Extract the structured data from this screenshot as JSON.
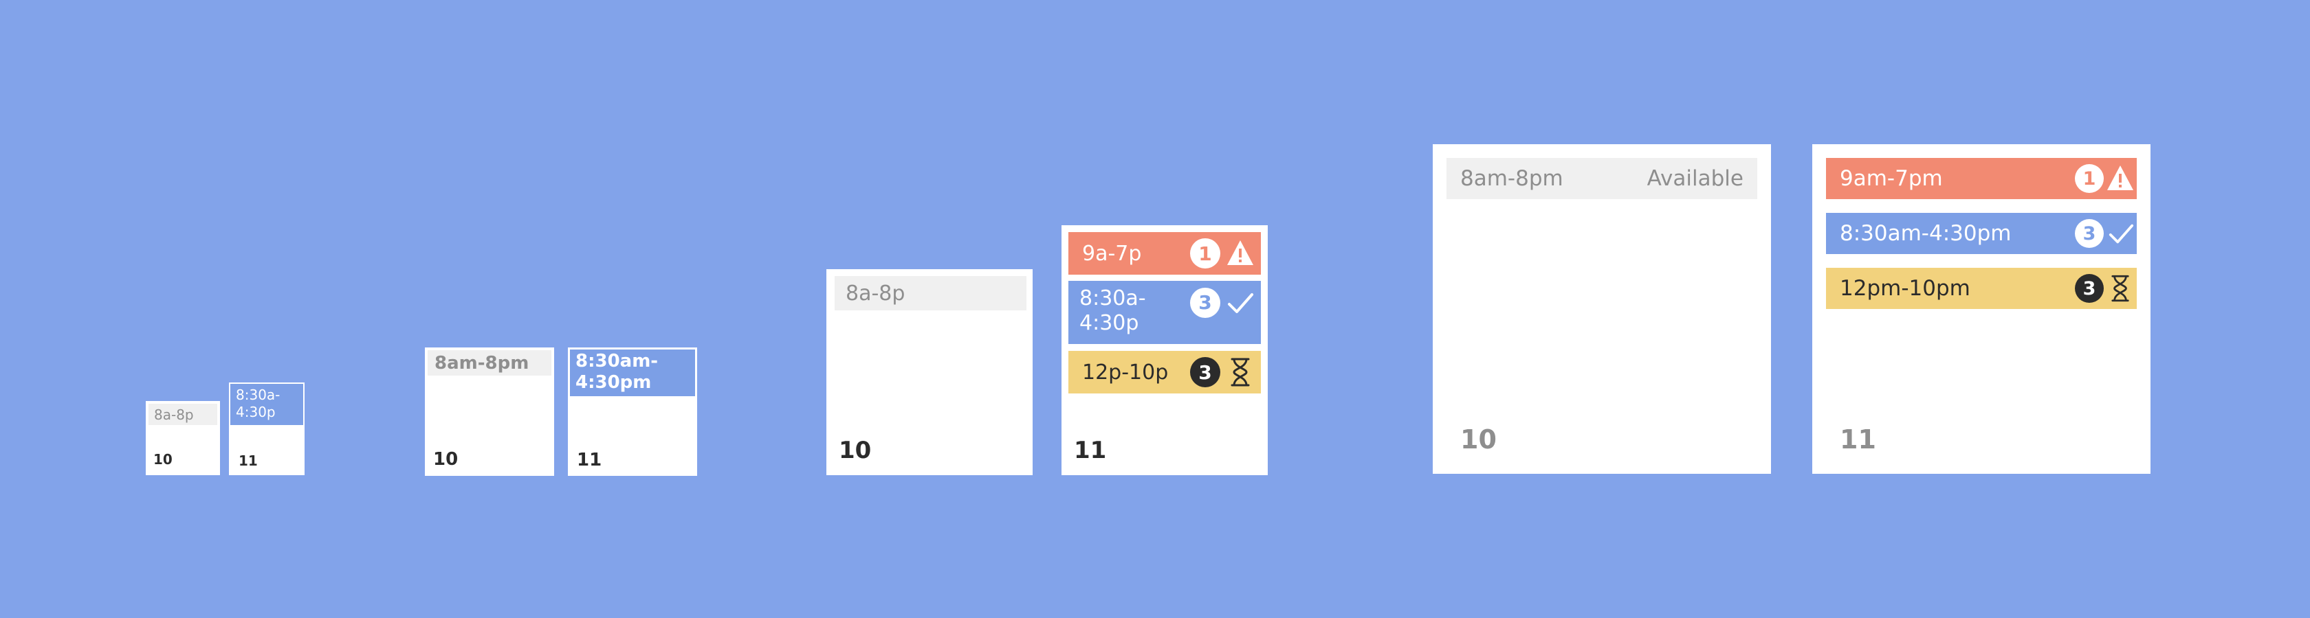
{
  "days": {
    "d10": "10",
    "d11": "11"
  },
  "events": {
    "tiny": {
      "avail": "8a-8p",
      "booked": "8:30a-\n4:30p"
    },
    "small": {
      "avail": "8am-8pm",
      "booked": "8:30am-\n4:30pm"
    },
    "medium": {
      "avail": "8a-8p",
      "red": "9a-7p",
      "red_count": "1",
      "blue": "8:30a-\n4:30p",
      "blue_count": "3",
      "yellow": "12p-10p",
      "yellow_count": "3"
    },
    "large": {
      "avail": "8am-8pm",
      "avail_status": "Available",
      "red": "9am-7pm",
      "red_count": "1",
      "blue": "8:30am-4:30pm",
      "blue_count": "3",
      "yellow": "12pm-10pm",
      "yellow_count": "3"
    }
  },
  "icons": {
    "warning": "warning-triangle-icon",
    "check": "checkmark-icon",
    "pending": "hourglass-icon"
  },
  "colors": {
    "background": "#82a3ea",
    "conflict": "#f28a72",
    "confirmed": "#7c9fe6",
    "pending": "#f2d27d",
    "available": "#f0f0f0"
  }
}
